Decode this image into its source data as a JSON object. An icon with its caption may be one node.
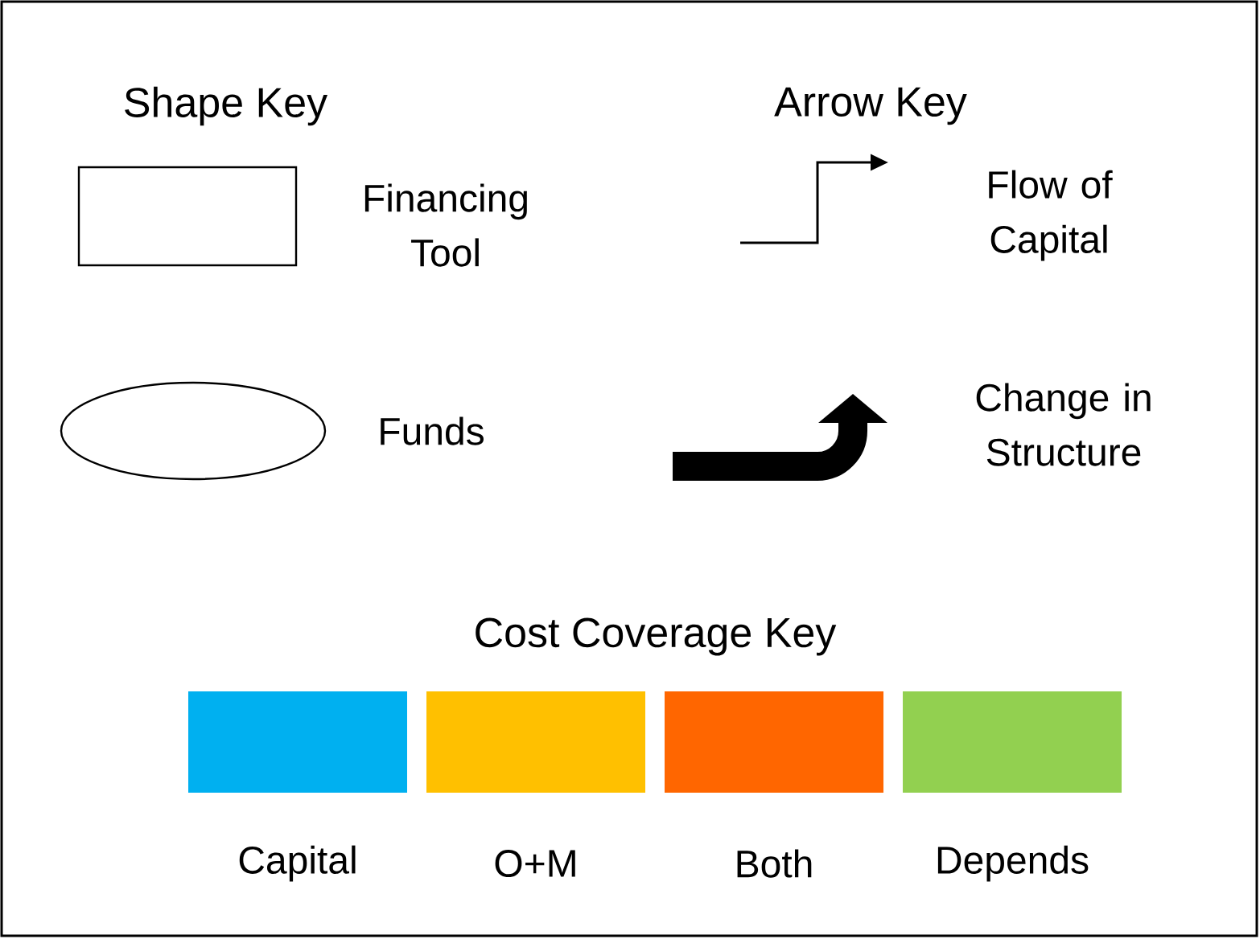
{
  "diagram": {
    "nodes": [
      {
        "text": [],
        "shape": "box"
      },
      {
        "text": [],
        "shape": "ellipse"
      }
    ],
    "labels": [
      "Shape Key",
      "Arrow Key",
      "Cost Coverage Key"
    ],
    "legend": [
      {
        "text": "Financing Tool"
      },
      {
        "text": "Funds"
      },
      {
        "text": "Flow of Capital"
      },
      {
        "text": "Change in Structure"
      },
      {
        "text": "Capital",
        "color": "#00b0f0"
      },
      {
        "text": "O+M",
        "color": "#ffc000"
      },
      {
        "text": "Both",
        "color": "#ff6600"
      },
      {
        "text": "Depends",
        "color": "#92d050"
      }
    ]
  }
}
